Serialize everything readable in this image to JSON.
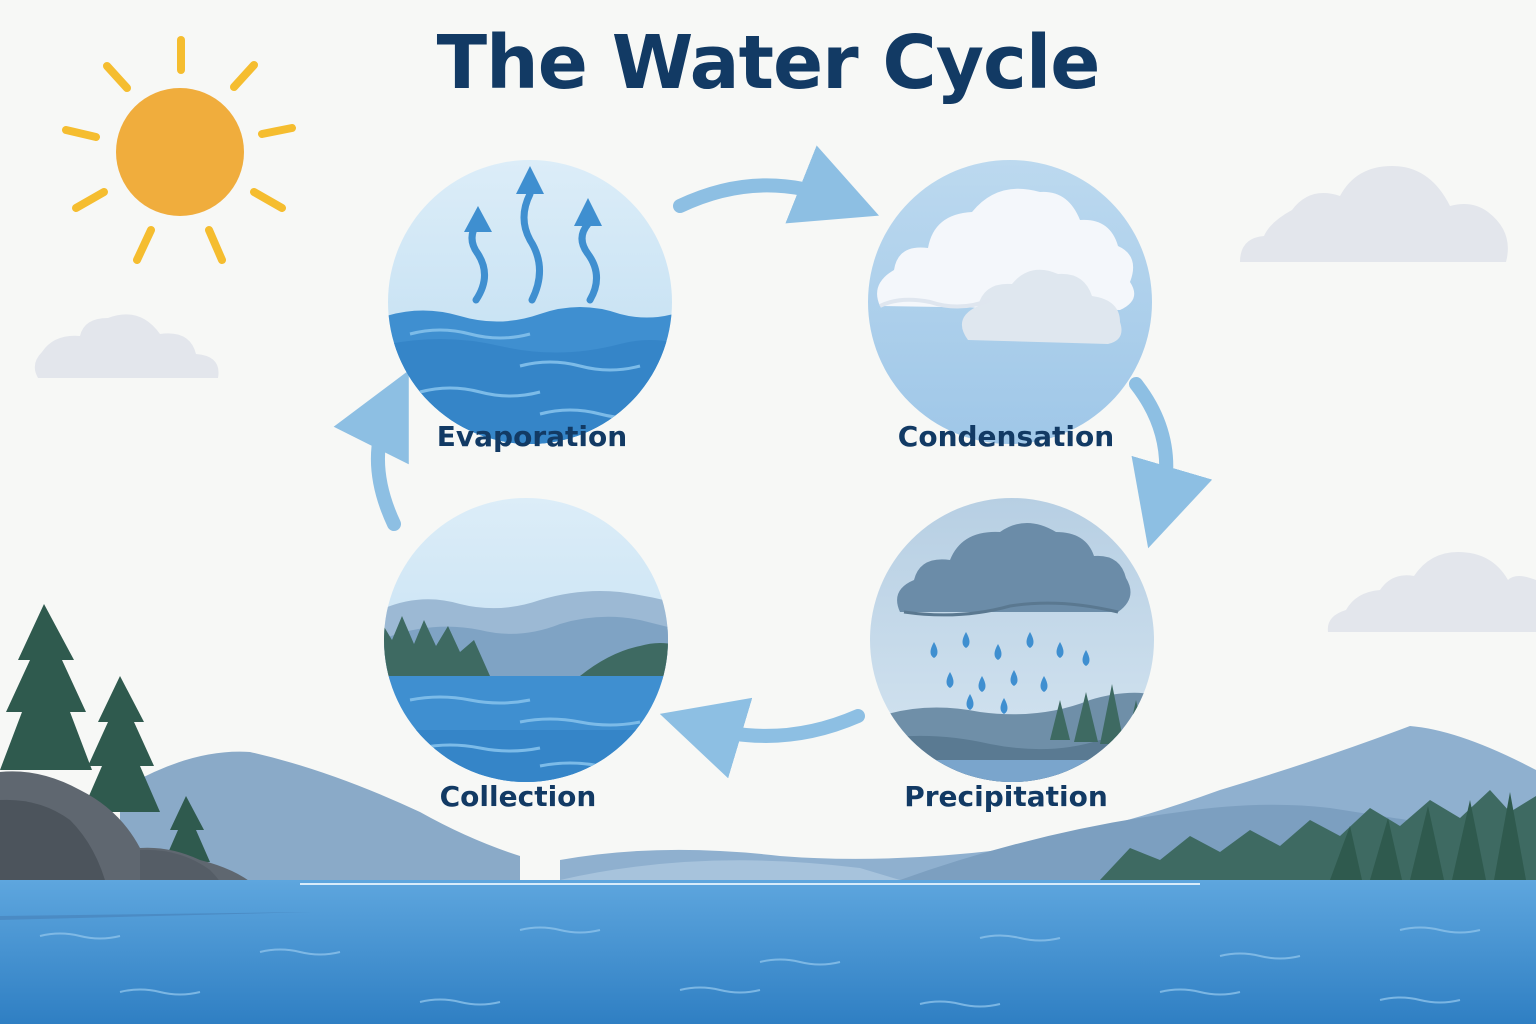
{
  "title": "The Water Cycle",
  "stages": [
    {
      "label": "Evaporation"
    },
    {
      "label": "Condensation"
    },
    {
      "label": "Precipitation"
    },
    {
      "label": "Collection"
    }
  ],
  "colors": {
    "title": "#123a64",
    "sun": "#f0ad3d",
    "water": "#3f8fd0",
    "arrow": "#8dbfe3",
    "rain_cloud": "#6b8ca8",
    "tree": "#2f5a4e",
    "mountain": "#7fa3c4"
  }
}
